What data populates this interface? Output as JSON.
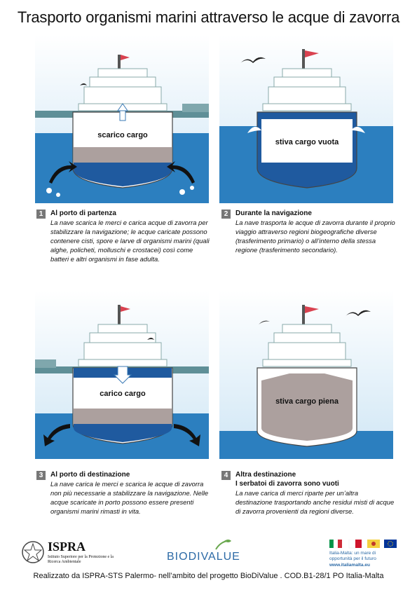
{
  "title": "Trasporto organismi marini attraverso le acque di zavorra",
  "panels": [
    {
      "num": "1",
      "label": "scarico cargo",
      "head": "Al porto di partenza",
      "head2": "",
      "body": "La nave scarica le merci e carica acque di zavorra per stabilizzare la navigazione; le acque caricate possono contenere cisti, spore e larve di organismi marini (quali alghe, policheti, molluschi e crostacei) così come batteri e altri organismi in fase adulta."
    },
    {
      "num": "2",
      "label": "stiva cargo vuota",
      "head": "Durante la navigazione",
      "head2": "",
      "body": "La nave trasporta le acque di zavorra durante il proprio viaggio attraverso regioni biogeografiche diverse (trasferimento primario) o all’interno della stessa regione (trasferimento secondario)."
    },
    {
      "num": "3",
      "label": "carico cargo",
      "head": "Al porto di destinazione",
      "head2": "",
      "body": "La nave carica le merci e scarica le acque di zavorra non più necessarie a stabilizzare la navigazione. Nelle acque scaricate in porto possono essere presenti organismi marini rimasti in vita."
    },
    {
      "num": "4",
      "label": "stiva cargo piena",
      "head": "Altra destinazione",
      "head2": "I serbatoi di zavorra sono vuoti",
      "body": "La nave carica di merci riparte per un’altra destinazione trasportando anche residui misti di acque di zavorra provenienti da regioni diverse."
    }
  ],
  "logos": {
    "ispra": "ISPRA",
    "ispra_sub": "Istituto Superiore per la Protezione e la Ricerca Ambientale",
    "biodivalue": "BIODIVALUE",
    "italia_malta": "Italia-Malta: un mare di opportunità per il futuro",
    "italia_malta_url": "www.italiamalta.eu"
  },
  "footer": "Realizzato da ISPRA-STS Palermo- nell’ambito del progetto BioDiValue . COD.B1-28/1 PO Italia-Malta",
  "colors": {
    "sky": "#d9ecf7",
    "sea": "#2c7fbf",
    "sea_dark": "#1d5e9e",
    "hull": "#1f5a9f",
    "cargo": "#aca09e",
    "flag": "#d94250"
  }
}
